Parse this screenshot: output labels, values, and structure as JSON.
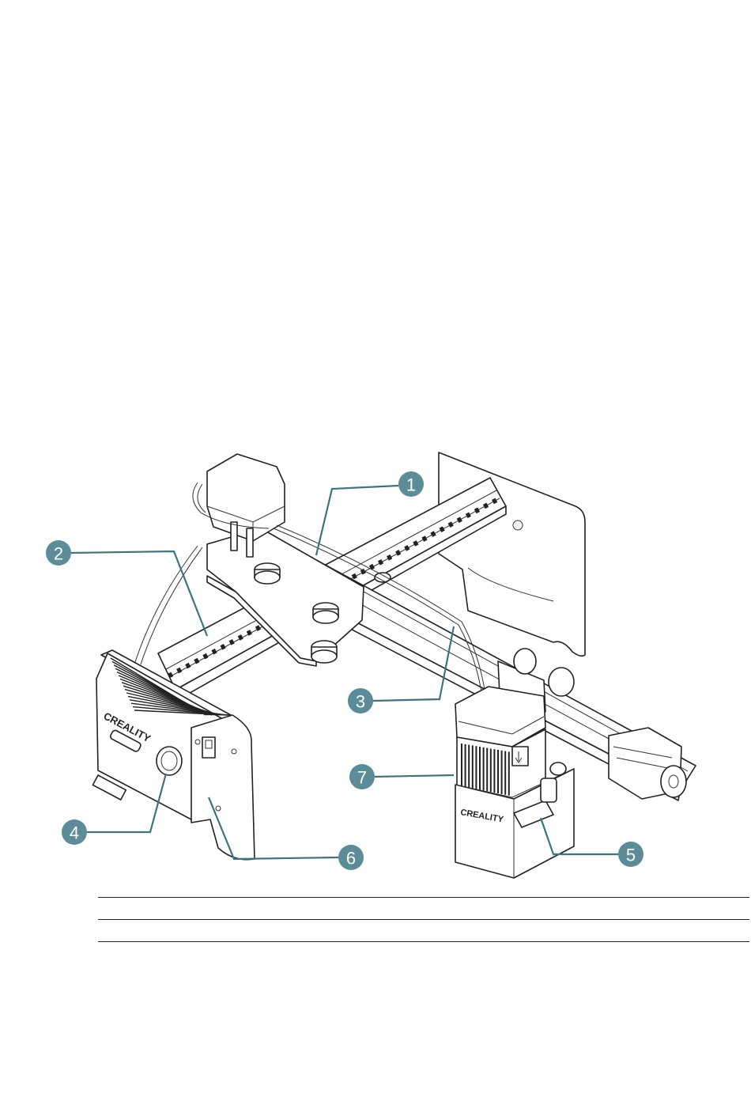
{
  "callouts": [
    {
      "number": "1",
      "part": "x-axis-beam"
    },
    {
      "number": "2",
      "part": "y-axis-rail"
    },
    {
      "number": "3",
      "part": "cable"
    },
    {
      "number": "4",
      "part": "control-button"
    },
    {
      "number": "5",
      "part": "focus-knob-lever"
    },
    {
      "number": "6",
      "part": "power-switch"
    },
    {
      "number": "7",
      "part": "laser-module"
    }
  ],
  "brand": {
    "control_box_logo": "CREALITY",
    "laser_module_logo": "CREALITY"
  },
  "colors": {
    "callout_fill": "#5b8c97",
    "leader_line": "#3d7480",
    "outline": "#222222"
  }
}
